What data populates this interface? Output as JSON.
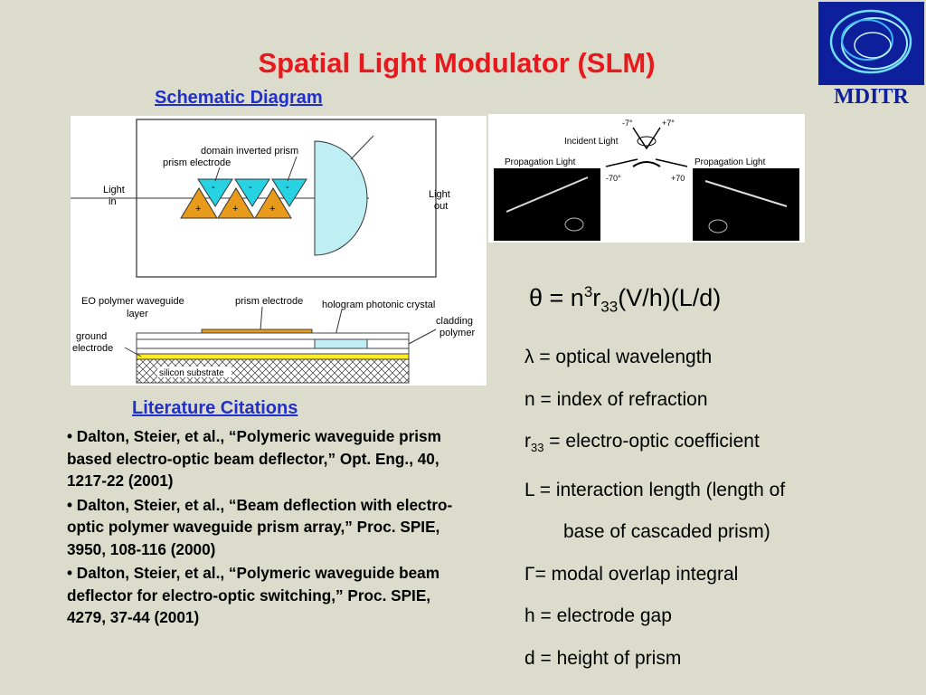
{
  "slide": {
    "title": "Spatial Light Modulator (SLM)",
    "logo_text": "MDITR",
    "schematic_heading": "Schematic Diagram",
    "literature_heading": "Literature Citations"
  },
  "diagram": {
    "domain_inverted_prism": "domain inverted prism",
    "prism_electrode_top": "prism electrode",
    "light_in_1": "Light",
    "light_in_2": "in",
    "light_out_1": "Light",
    "light_out_2": "out",
    "eo_layer_1": "EO polymer waveguide",
    "eo_layer_2": "layer",
    "prism_electrode_bottom": "prism electrode",
    "hologram": "hologram photonic crystal",
    "cladding_1": "cladding",
    "cladding_2": "polymer",
    "ground_1": "ground",
    "ground_2": "electrode",
    "substrate": "silicon substrate",
    "minus": "-",
    "plus": "+"
  },
  "experiment": {
    "angle_neg7": "-7°",
    "angle_pos7": "+7°",
    "incident_light": "Incident Light",
    "propagation_left": "Propagation Light",
    "propagation_right": "Propagation Light",
    "angle_neg70": "-70°",
    "angle_pos70": "+70"
  },
  "citations": [
    "• Dalton, Steier, et al., “Polymeric waveguide prism based electro-optic beam deflector,” Opt. Eng., 40, 1217-22 (2001)",
    "• Dalton, Steier, et al., “Beam deflection with electro-optic polymer waveguide prism array,” Proc. SPIE, 3950, 108-116 (2000)",
    "• Dalton, Steier, et al., “Polymeric waveguide beam deflector for electro-optic switching,” Proc. SPIE, 4279, 37-44 (2001)"
  ],
  "formula": {
    "theta": "θ",
    "eq": " = n",
    "sup3": "3",
    "r": "r",
    "sub33": "33",
    "rest": "(V/h)(L/d)"
  },
  "definitions": {
    "lambda_sym": "λ",
    "lambda_text": " = optical wavelength",
    "n_line": "n = index of refraction",
    "r_sym": "r",
    "r_sub": "33",
    "r_text": " = electro-optic coefficient",
    "L_line": "L = interaction length (length of",
    "L_cont": "base of cascaded prism)",
    "gamma_sym": "Γ",
    "gamma_text": "= modal overlap integral",
    "h_line": "h = electrode gap",
    "d_line": "d = height of prism"
  },
  "colors": {
    "title": "#e8191d",
    "heading": "#2030c8",
    "background": "#dcdccc",
    "prism_cyan": "#27d3e3",
    "prism_orange": "#e89a1a",
    "logo_blue": "#0d1f9a"
  }
}
